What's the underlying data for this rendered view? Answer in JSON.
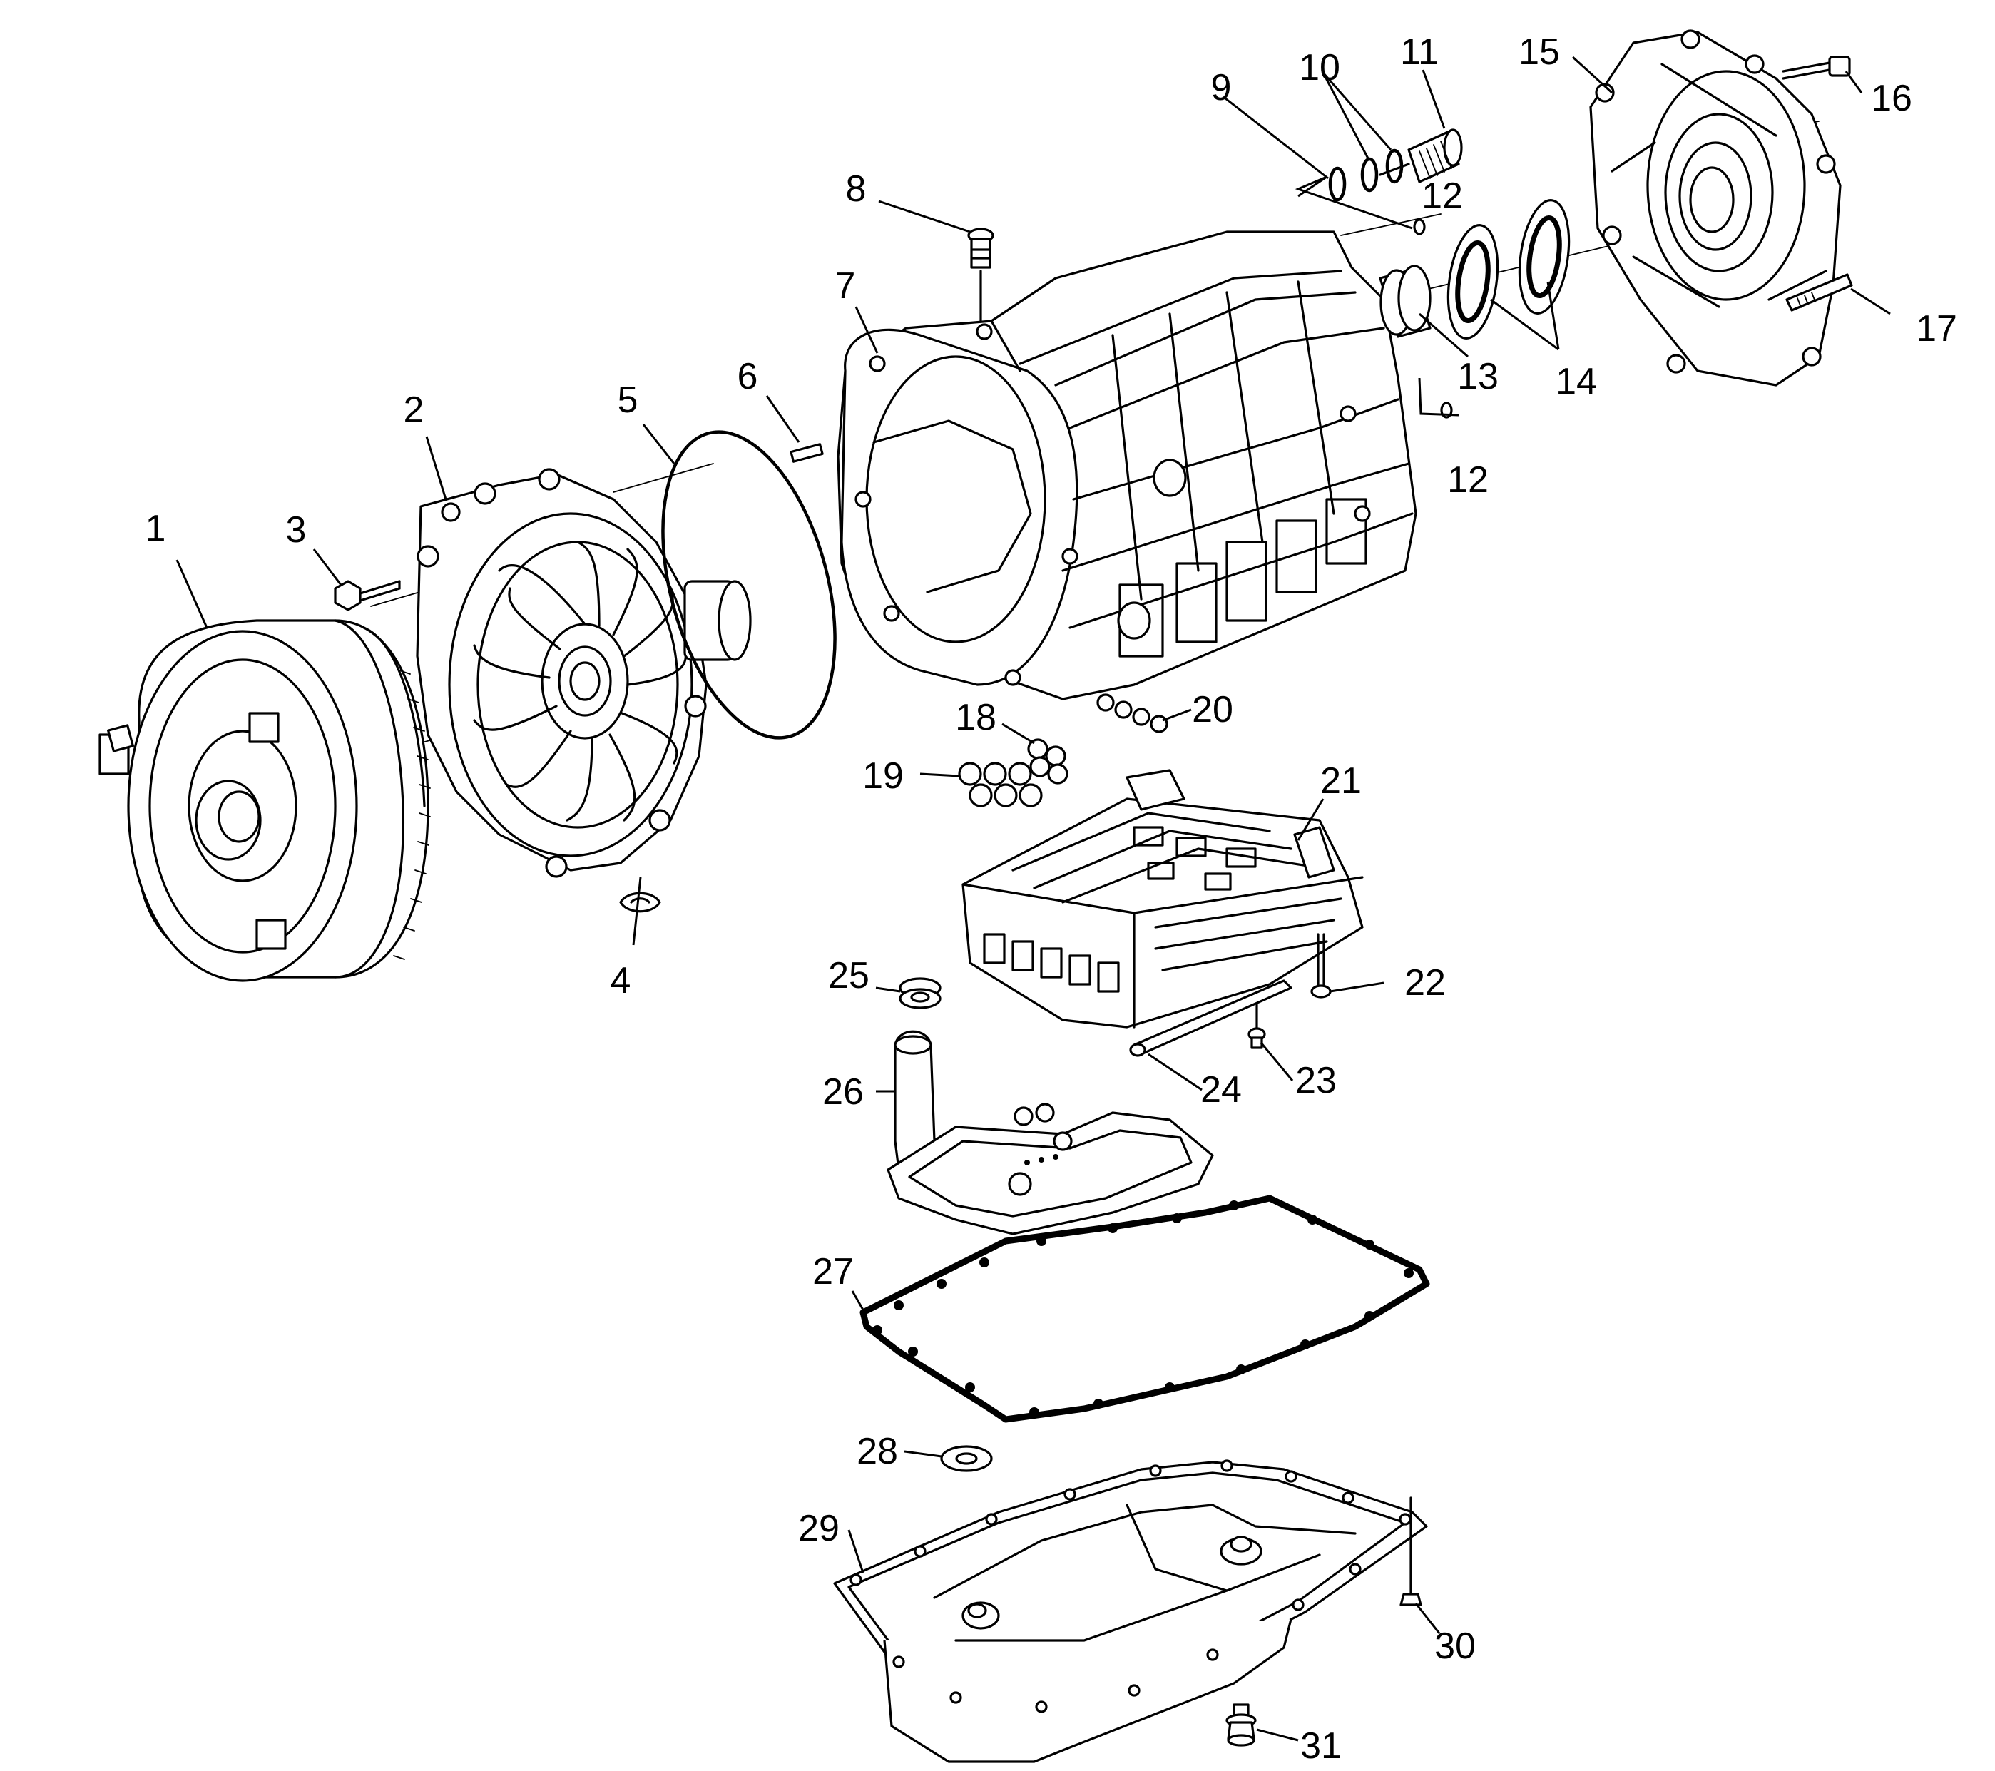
{
  "diagram": {
    "callouts": [
      {
        "id": "c1",
        "label": "1"
      },
      {
        "id": "c2",
        "label": "2"
      },
      {
        "id": "c3",
        "label": "3"
      },
      {
        "id": "c4",
        "label": "4"
      },
      {
        "id": "c5",
        "label": "5"
      },
      {
        "id": "c6",
        "label": "6"
      },
      {
        "id": "c7",
        "label": "7"
      },
      {
        "id": "c8",
        "label": "8"
      },
      {
        "id": "c9",
        "label": "9"
      },
      {
        "id": "c10",
        "label": "10"
      },
      {
        "id": "c11",
        "label": "11"
      },
      {
        "id": "c12a",
        "label": "12"
      },
      {
        "id": "c12b",
        "label": "12"
      },
      {
        "id": "c13",
        "label": "13"
      },
      {
        "id": "c14",
        "label": "14"
      },
      {
        "id": "c15",
        "label": "15"
      },
      {
        "id": "c16",
        "label": "16"
      },
      {
        "id": "c17",
        "label": "17"
      },
      {
        "id": "c18",
        "label": "18"
      },
      {
        "id": "c19",
        "label": "19"
      },
      {
        "id": "c20",
        "label": "20"
      },
      {
        "id": "c21",
        "label": "21"
      },
      {
        "id": "c22",
        "label": "22"
      },
      {
        "id": "c23",
        "label": "23"
      },
      {
        "id": "c24",
        "label": "24"
      },
      {
        "id": "c25",
        "label": "25"
      },
      {
        "id": "c26",
        "label": "26"
      },
      {
        "id": "c27",
        "label": "27"
      },
      {
        "id": "c28",
        "label": "28"
      },
      {
        "id": "c29",
        "label": "29"
      },
      {
        "id": "c30",
        "label": "30"
      },
      {
        "id": "c31",
        "label": "31"
      }
    ]
  }
}
